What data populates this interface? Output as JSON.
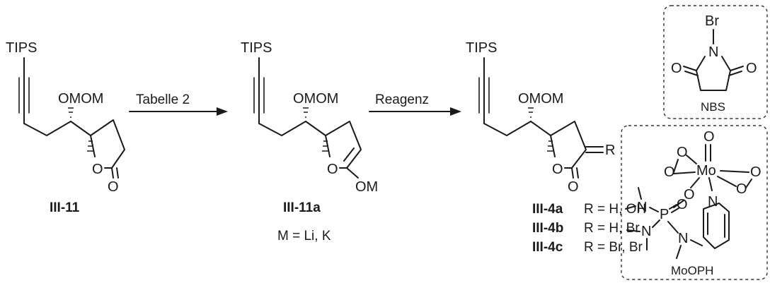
{
  "atoms": {
    "tips": "TIPS",
    "omom": "OMOM",
    "o": "O",
    "om": "OM",
    "r": "R",
    "br": "Br",
    "n": "N",
    "mo": "Mo",
    "p": "P"
  },
  "arrows": {
    "step1": "Tabelle 2",
    "step2": "Reagenz"
  },
  "compounds": {
    "c1": "III-11",
    "c2": "III-11a",
    "c2_note": "M = Li, K",
    "c3a_id": "III-4a",
    "c3a_r": "R = H, OH",
    "c3b_id": "III-4b",
    "c3b_r": "R = H, Br",
    "c3c_id": "III-4c",
    "c3c_r": "R = Br, Br"
  },
  "reagents": {
    "nbs": "NBS",
    "moph": "MoOPH"
  }
}
